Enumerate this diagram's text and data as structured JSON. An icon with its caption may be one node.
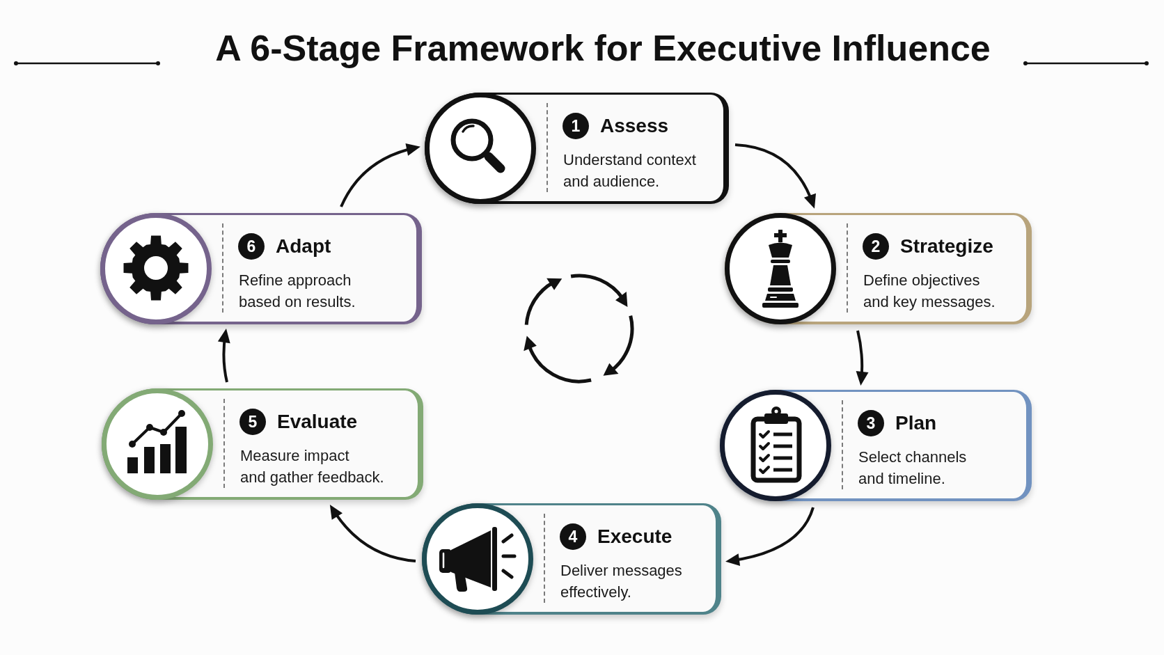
{
  "diagram": {
    "title": "A 6-Stage Framework for Executive Influence",
    "nodes": [
      {
        "text": [
          "1",
          "Assess",
          "Understand context and audience."
        ]
      },
      {
        "text": [
          "2",
          "Strategize",
          "Define objectives and key messages."
        ]
      },
      {
        "text": [
          "3",
          "Plan",
          "Select channels and timeline."
        ]
      },
      {
        "text": [
          "4",
          "Execute",
          "Deliver messages effectively."
        ]
      },
      {
        "text": [
          "5",
          "Evaluate",
          "Measure impact and gather feedback."
        ]
      },
      {
        "text": [
          "6",
          "Adapt",
          "Refine approach based on results."
        ]
      }
    ],
    "edges": [
      {
        "from": 0,
        "to": 1,
        "arrow": "to"
      },
      {
        "from": 1,
        "to": 2,
        "arrow": "to"
      },
      {
        "from": 2,
        "to": 3,
        "arrow": "to"
      },
      {
        "from": 3,
        "to": 4,
        "arrow": "to"
      },
      {
        "from": 4,
        "to": 5,
        "arrow": "to"
      },
      {
        "from": 5,
        "to": 0,
        "arrow": "to"
      }
    ]
  }
}
